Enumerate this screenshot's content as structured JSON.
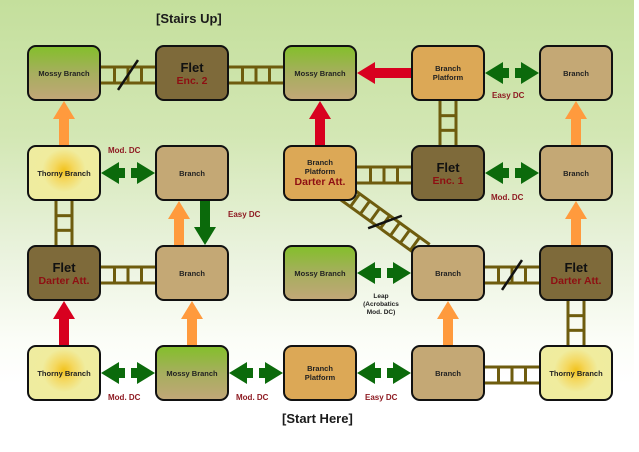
{
  "titles": {
    "top": "[Stairs Up]",
    "bottom": "[Start Here]"
  },
  "colors": {
    "forced_move_arrow": "#d8001f",
    "climb_arrow": "#ff9a3d",
    "jump_arrow": "#0b6a0b",
    "ladder": "#6e5c0e",
    "caption": "#8e1a22"
  },
  "nodes": {
    "r1c1": {
      "type": "Mossy Branch",
      "label": "Mossy Branch"
    },
    "r1c2": {
      "type": "Flet",
      "label": "Flet",
      "sub": "Enc. 2"
    },
    "r1c3": {
      "type": "Mossy Branch",
      "label": "Mossy Branch"
    },
    "r1c4": {
      "type": "Branch Platform",
      "label": "Branch Platform"
    },
    "r1c5": {
      "type": "Branch",
      "label": "Branch"
    },
    "r2c1": {
      "type": "Thorny Branch",
      "label": "Thorny Branch"
    },
    "r2c2": {
      "type": "Branch",
      "label": "Branch"
    },
    "r2c3": {
      "type": "Branch Platform",
      "label": "Branch Platform",
      "sub": "Darter Att."
    },
    "r2c4": {
      "type": "Flet",
      "label": "Flet",
      "sub": "Enc. 1"
    },
    "r2c5": {
      "type": "Branch",
      "label": "Branch"
    },
    "r3c1": {
      "type": "Flet",
      "label": "Flet",
      "sub": "Darter Att."
    },
    "r3c2": {
      "type": "Branch",
      "label": "Branch"
    },
    "r3c3": {
      "type": "Mossy Branch",
      "label": "Mossy Branch"
    },
    "r3c4": {
      "type": "Branch",
      "label": "Branch"
    },
    "r3c5": {
      "type": "Flet",
      "label": "Flet",
      "sub": "Darter Att."
    },
    "r4c1": {
      "type": "Thorny Branch",
      "label": "Thorny Branch"
    },
    "r4c2": {
      "type": "Mossy Branch",
      "label": "Mossy Branch"
    },
    "r4c3": {
      "type": "Branch Platform",
      "label": "Branch Platform"
    },
    "r4c4": {
      "type": "Branch",
      "label": "Branch"
    },
    "r4c5": {
      "type": "Thorny Branch",
      "label": "Thorny Branch"
    }
  },
  "captions": {
    "r1_c4_c5": "Easy DC",
    "r2_c1_c2": "Mod. DC",
    "r2c2_r3c2": "Easy DC",
    "r2_c4_c5": "Mod. DC",
    "r3_c3_c4_line1": "Leap",
    "r3_c3_c4_line2": "(Acrobatics",
    "r3_c3_c4_line3": "Mod. DC)",
    "r4_c1_c2": "Mod. DC",
    "r4_c2_c3": "Mod. DC",
    "r4_c3_c4": "Easy DC"
  },
  "connections": [
    {
      "from": "r1c1",
      "to": "r1c2",
      "kind": "ladder",
      "broken": true
    },
    {
      "from": "r1c2",
      "to": "r1c3",
      "kind": "ladder"
    },
    {
      "from": "r1c4",
      "to": "r1c3",
      "kind": "forced-arrow"
    },
    {
      "from": "r1c4",
      "to": "r1c5",
      "kind": "jump-both",
      "caption": "Easy DC"
    },
    {
      "from": "r2c1",
      "to": "r1c1",
      "kind": "climb-arrow"
    },
    {
      "from": "r2c3",
      "to": "r1c3",
      "kind": "forced-arrow"
    },
    {
      "from": "r1c4",
      "to": "r2c4",
      "kind": "ladder"
    },
    {
      "from": "r2c5",
      "to": "r1c5",
      "kind": "climb-arrow"
    },
    {
      "from": "r2c1",
      "to": "r2c2",
      "kind": "jump-both",
      "caption": "Mod. DC"
    },
    {
      "from": "r2c3",
      "to": "r2c4",
      "kind": "ladder"
    },
    {
      "from": "r2c4",
      "to": "r2c5",
      "kind": "jump-both",
      "caption": "Mod. DC"
    },
    {
      "from": "r2c1",
      "to": "r3c1",
      "kind": "ladder"
    },
    {
      "from": "r3c2",
      "to": "r2c2",
      "kind": "climb-arrow"
    },
    {
      "from": "r2c2",
      "to": "r3c2",
      "kind": "jump-down",
      "caption": "Easy DC"
    },
    {
      "from": "r2c3",
      "to": "r3c4",
      "kind": "ladder",
      "broken": true
    },
    {
      "from": "r3c5",
      "to": "r2c5",
      "kind": "climb-arrow"
    },
    {
      "from": "r3c1",
      "to": "r3c2",
      "kind": "ladder"
    },
    {
      "from": "r3c3",
      "to": "r3c4",
      "kind": "jump-both",
      "caption": "Leap (Acrobatics Mod. DC)"
    },
    {
      "from": "r3c4",
      "to": "r3c5",
      "kind": "ladder",
      "broken": true
    },
    {
      "from": "r4c1",
      "to": "r3c1",
      "kind": "forced-arrow"
    },
    {
      "from": "r4c2",
      "to": "r3c2",
      "kind": "climb-arrow"
    },
    {
      "from": "r4c4",
      "to": "r3c4",
      "kind": "climb-arrow"
    },
    {
      "from": "r3c5",
      "to": "r4c5",
      "kind": "ladder"
    },
    {
      "from": "r4c1",
      "to": "r4c2",
      "kind": "jump-both",
      "caption": "Mod. DC"
    },
    {
      "from": "r4c2",
      "to": "r4c3",
      "kind": "jump-both",
      "caption": "Mod. DC"
    },
    {
      "from": "r4c3",
      "to": "r4c4",
      "kind": "jump-both",
      "caption": "Easy DC"
    },
    {
      "from": "r4c4",
      "to": "r4c5",
      "kind": "ladder"
    }
  ]
}
